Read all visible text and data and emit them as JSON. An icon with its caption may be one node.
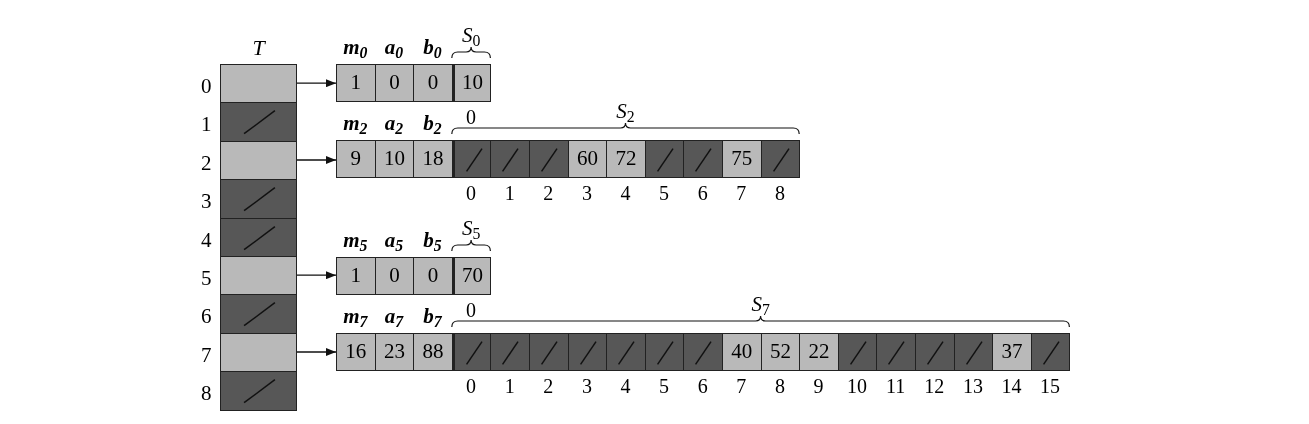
{
  "diagram": {
    "nodes": [
      {
        "text": [
          "*T*"
        ]
      },
      {
        "text": [],
        "shape": "box",
        "in": 0,
        "beside": [
          "0"
        ]
      },
      {
        "text": [],
        "shape": "box",
        "in": 0,
        "beside": [
          "1"
        ]
      },
      {
        "text": [],
        "shape": "box",
        "in": 0,
        "beside": [
          "2"
        ]
      },
      {
        "text": [],
        "shape": "box",
        "in": 0,
        "beside": [
          "3"
        ]
      },
      {
        "text": [],
        "shape": "box",
        "in": 0,
        "beside": [
          "4"
        ]
      },
      {
        "text": [],
        "shape": "box",
        "in": 0,
        "beside": [
          "5"
        ]
      },
      {
        "text": [],
        "shape": "box",
        "in": 0,
        "beside": [
          "6"
        ]
      },
      {
        "text": [],
        "shape": "box",
        "in": 0,
        "beside": [
          "7"
        ]
      },
      {
        "text": [],
        "shape": "box",
        "in": 0,
        "beside": [
          "8"
        ]
      },
      {
        "text": [
          "1"
        ],
        "beside": [
          "*m*$_{0}$"
        ]
      },
      {
        "text": [
          "0"
        ],
        "beside": [
          "*a*$_{0}$"
        ]
      },
      {
        "text": [
          "0"
        ],
        "beside": [
          "*b*$_{0}$"
        ]
      },
      {
        "text": [
          "10"
        ],
        "beside": [
          "0"
        ]
      },
      {
        "text": [
          "9"
        ],
        "beside": [
          "*m*$_{2}$"
        ]
      },
      {
        "text": [
          "10"
        ],
        "beside": [
          "*a*$_{2}$"
        ]
      },
      {
        "text": [
          "18"
        ],
        "beside": [
          "*b*$_{2}$"
        ]
      },
      {
        "text": [],
        "shape": "box",
        "beside": [
          "0"
        ]
      },
      {
        "text": [],
        "shape": "box",
        "beside": [
          "1"
        ]
      },
      {
        "text": [],
        "shape": "box",
        "beside": [
          "2"
        ]
      },
      {
        "text": [
          "60"
        ],
        "beside": [
          "3"
        ]
      },
      {
        "text": [
          "72"
        ],
        "beside": [
          "4"
        ]
      },
      {
        "text": [],
        "shape": "box",
        "beside": [
          "5"
        ]
      },
      {
        "text": [],
        "shape": "box",
        "beside": [
          "6"
        ]
      },
      {
        "text": [
          "75"
        ],
        "beside": [
          "7"
        ]
      },
      {
        "text": [],
        "shape": "box",
        "beside": [
          "8"
        ]
      },
      {
        "text": [
          "1"
        ],
        "beside": [
          "*m*$_{5}$"
        ]
      },
      {
        "text": [
          "0"
        ],
        "beside": [
          "*a*$_{5}$"
        ]
      },
      {
        "text": [
          "0"
        ],
        "beside": [
          "*b*$_{5}$"
        ]
      },
      {
        "text": [
          "70"
        ],
        "beside": [
          "0"
        ]
      },
      {
        "text": [
          "16"
        ],
        "beside": [
          "*m*$_{7}$"
        ]
      },
      {
        "text": [
          "23"
        ],
        "beside": [
          "*a*$_{7}$"
        ]
      },
      {
        "text": [
          "88"
        ],
        "beside": [
          "*b*$_{7}$"
        ]
      },
      {
        "text": [],
        "shape": "box",
        "beside": [
          "0"
        ]
      },
      {
        "text": [],
        "shape": "box",
        "beside": [
          "1"
        ]
      },
      {
        "text": [],
        "shape": "box",
        "beside": [
          "2"
        ]
      },
      {
        "text": [],
        "shape": "box",
        "beside": [
          "3"
        ]
      },
      {
        "text": [],
        "shape": "box",
        "beside": [
          "4"
        ]
      },
      {
        "text": [],
        "shape": "box",
        "beside": [
          "5"
        ]
      },
      {
        "text": [],
        "shape": "box",
        "beside": [
          "6"
        ]
      },
      {
        "text": [
          "40"
        ],
        "beside": [
          "7"
        ]
      },
      {
        "text": [
          "52"
        ],
        "beside": [
          "8"
        ]
      },
      {
        "text": [
          "22"
        ],
        "beside": [
          "9"
        ]
      },
      {
        "text": [],
        "shape": "box",
        "beside": [
          "10"
        ]
      },
      {
        "text": [],
        "shape": "box",
        "beside": [
          "11"
        ]
      },
      {
        "text": [],
        "shape": "box",
        "beside": [
          "12"
        ]
      },
      {
        "text": [],
        "shape": "box",
        "beside": [
          "13"
        ]
      },
      {
        "text": [
          "37"
        ],
        "beside": [
          "14"
        ]
      },
      {
        "text": [],
        "shape": "box",
        "beside": [
          "15"
        ]
      }
    ],
    "edges": [
      {
        "from": 1,
        "to": 10,
        "arrow": "to"
      },
      {
        "from": 3,
        "to": 14,
        "arrow": "to"
      },
      {
        "from": 6,
        "to": 26,
        "arrow": "to"
      },
      {
        "from": 8,
        "to": 30,
        "arrow": "to"
      }
    ],
    "labels": [
      "*S*$_{0}$",
      "*S*$_{2}$",
      "*S*$_{5}$",
      "*S*$_{7}$"
    ]
  }
}
